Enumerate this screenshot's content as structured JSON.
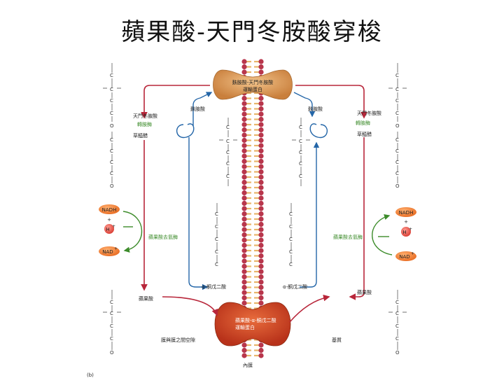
{
  "title": "蘋果酸-天門冬胺酸穿梭",
  "panel_label": "(b)",
  "transporters": {
    "top": {
      "line1": "麩胺酸-天門冬胺酸",
      "line2": "運輸蛋白"
    },
    "bottom": {
      "line1": "蘋果酸-α-酮戊二酸",
      "line2": "運輸蛋白"
    }
  },
  "compartments": {
    "intermembrane": "膜與膜之間空隙",
    "matrix": "基質",
    "inner_membrane": "內膜"
  },
  "left_side": {
    "aspartate": "天門冬胺酸",
    "transaminase": "轉胺酶",
    "oxaloacetate": "草醯醋",
    "mdh": "蘋果酸去氫酶",
    "malate": "蘋果酸",
    "glutamate": "麩胺酸",
    "akg": "α-酮戊二酸"
  },
  "right_side": {
    "aspartate": "天門冬胺酸",
    "transaminase": "轉胺酶",
    "oxaloacetate": "草醯醋",
    "mdh": "蘋果酸去氫酶",
    "malate": "蘋果酸",
    "glutamate": "麩胺酸",
    "akg": "α-酮戊二酸"
  },
  "cofactors": {
    "nadh": "NADH",
    "h": "H",
    "hplus": "+",
    "nad": "NAD",
    "nadplus": "+",
    "plus": "+"
  },
  "colors": {
    "membrane_head": "#b8364c",
    "membrane_tail": "#e8b66a",
    "transporter_top": "#dba068",
    "transporter_bottom": "#c8482a",
    "arrow_red": "#b8263a",
    "arrow_blue": "#2466a8",
    "arrow_green": "#3d8c2b",
    "nadh_fill": "#f08a3c",
    "h_fill": "#e85a50"
  }
}
